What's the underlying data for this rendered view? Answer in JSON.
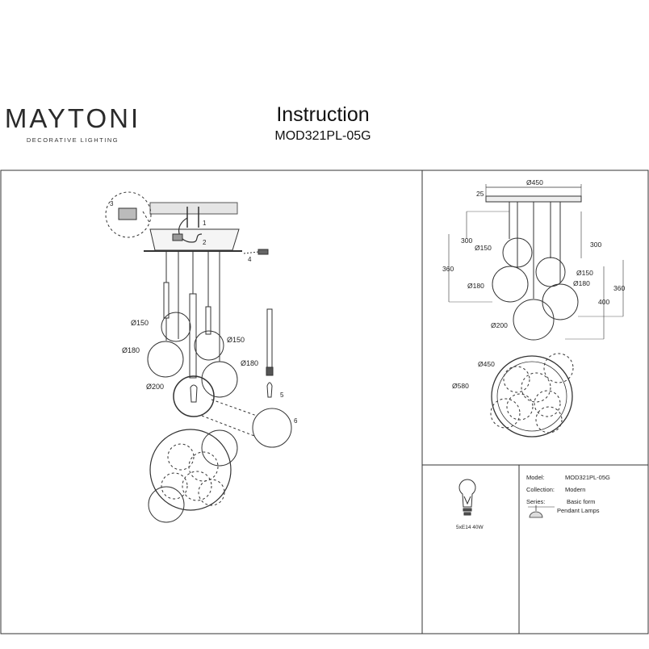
{
  "brand": {
    "name": "MAYTONI",
    "tagline": "DECORATIVE LIGHTING"
  },
  "header": {
    "title": "Instruction",
    "model": "MOD321PL-05G"
  },
  "assembly": {
    "steps": [
      "1",
      "2",
      "3",
      "4",
      "5",
      "6"
    ],
    "diameters": [
      "Ø150",
      "Ø180",
      "Ø150",
      "Ø180",
      "Ø200"
    ]
  },
  "dimensions": {
    "canopy_diameter": "Ø450",
    "canopy_height": "25",
    "drops": [
      "300",
      "300",
      "360",
      "360",
      "400"
    ],
    "shades": [
      "Ø150",
      "Ø180",
      "Ø150",
      "Ø180",
      "Ø200"
    ],
    "plan_inner": "Ø450",
    "plan_outer": "Ø580"
  },
  "bulb": {
    "spec": "5xE14 40W"
  },
  "specs": {
    "model_label": "Model:",
    "model_value": "MOD321PL-05G",
    "collection_label": "Collection:",
    "collection_value": "Modern",
    "series_label": "Series:",
    "series_value": "Basic form",
    "type_value": "Pendant Lamps"
  }
}
